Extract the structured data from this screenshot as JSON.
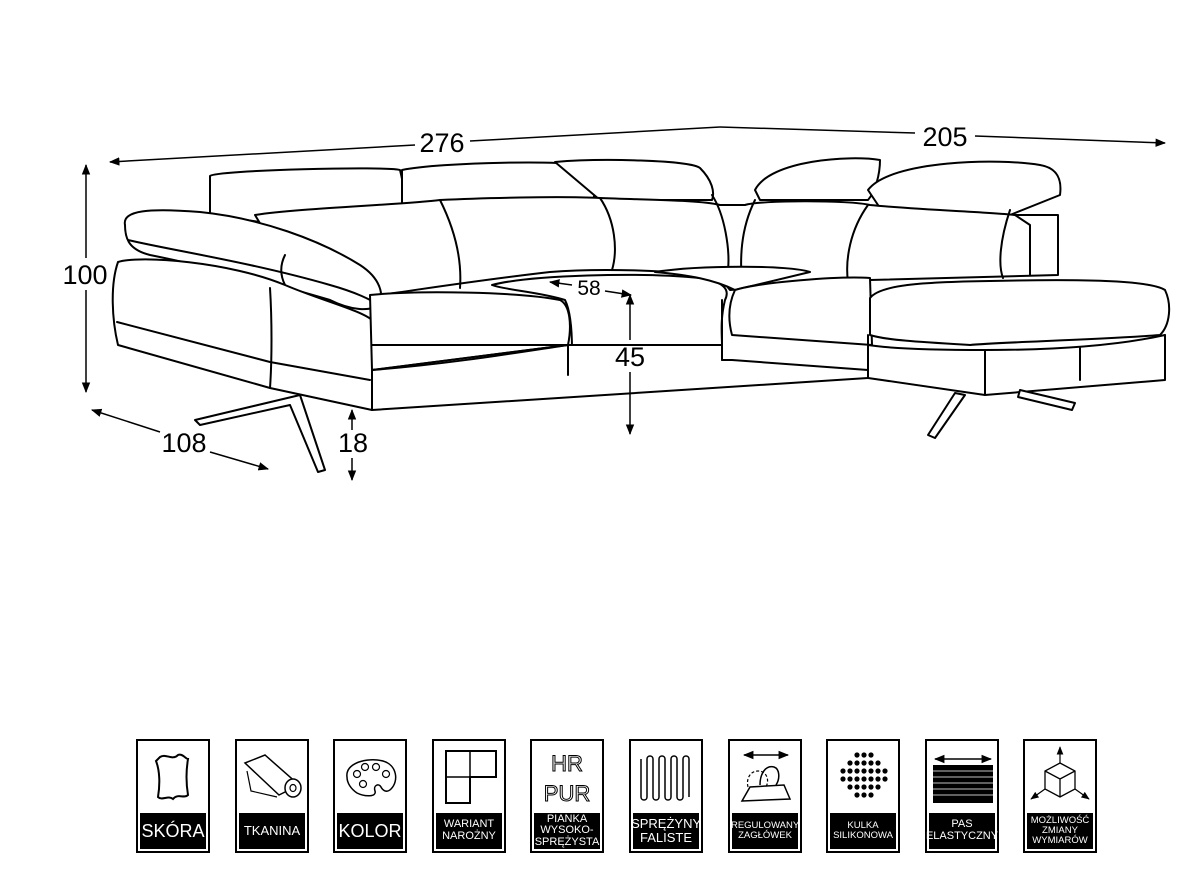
{
  "dimensions": {
    "width_left": "276",
    "width_right": "205",
    "height": "100",
    "depth": "108",
    "leg_height": "18",
    "seat_depth": "58",
    "seat_height": "45"
  },
  "features": [
    {
      "label": "SKÓRA",
      "icon": "leather-icon"
    },
    {
      "label": "TKANINA",
      "icon": "fabric-roll-icon"
    },
    {
      "label": "KOLOR",
      "icon": "palette-icon"
    },
    {
      "label": "WARIANT NAROŻNY",
      "icon": "corner-variant-icon"
    },
    {
      "label": "PIANKA WYSOKO-SPRĘŻYSTA",
      "icon": "hr-pur-foam-icon",
      "icon_text": [
        "HR",
        "PUR"
      ]
    },
    {
      "label": "SPRĘŻYNY FALISTE",
      "icon": "wavy-springs-icon"
    },
    {
      "label": "REGULOWANY ZAGŁÓWEK",
      "icon": "adjustable-headrest-icon"
    },
    {
      "label": "KULKA SILIKONOWA",
      "icon": "silicone-ball-icon"
    },
    {
      "label": "PAS ELASTYCZNY",
      "icon": "elastic-belt-icon"
    },
    {
      "label": "MOŻLIWOŚĆ ZMIANY WYMIARÓW",
      "icon": "dimension-change-icon"
    }
  ]
}
